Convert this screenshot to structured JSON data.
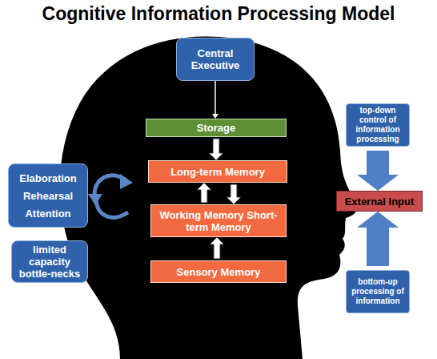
{
  "diagram": {
    "title": "Cognitive Information Processing Model",
    "nodes": [
      {
        "text": [
          "Central Executive"
        ]
      },
      {
        "text": [
          "Storage"
        ]
      },
      {
        "text": [
          "Long-term Memory"
        ]
      },
      {
        "text": [
          "Working Memory Short-term Memory"
        ]
      },
      {
        "text": [
          "Sensory Memory"
        ]
      },
      {
        "text": [
          "Elaboration",
          "Rehearsal",
          "Attention"
        ]
      },
      {
        "text": [
          "limited capacity bottle-necks"
        ]
      },
      {
        "text": [
          "top-down control of information processing"
        ]
      },
      {
        "text": [
          "External Input"
        ]
      },
      {
        "text": [
          "bottom-up processing of information"
        ]
      }
    ],
    "edges": [
      {
        "from": 0,
        "to": 1,
        "arrow": "to"
      },
      {
        "from": 1,
        "to": 2,
        "arrow": "to"
      },
      {
        "from": 3,
        "to": 2,
        "arrow": "to"
      },
      {
        "from": 2,
        "to": 3,
        "arrow": "to"
      },
      {
        "from": 4,
        "to": 3,
        "arrow": "to"
      },
      {
        "from": 7,
        "to": 8,
        "arrow": "to"
      },
      {
        "from": 9,
        "to": 8,
        "arrow": "to"
      }
    ]
  }
}
